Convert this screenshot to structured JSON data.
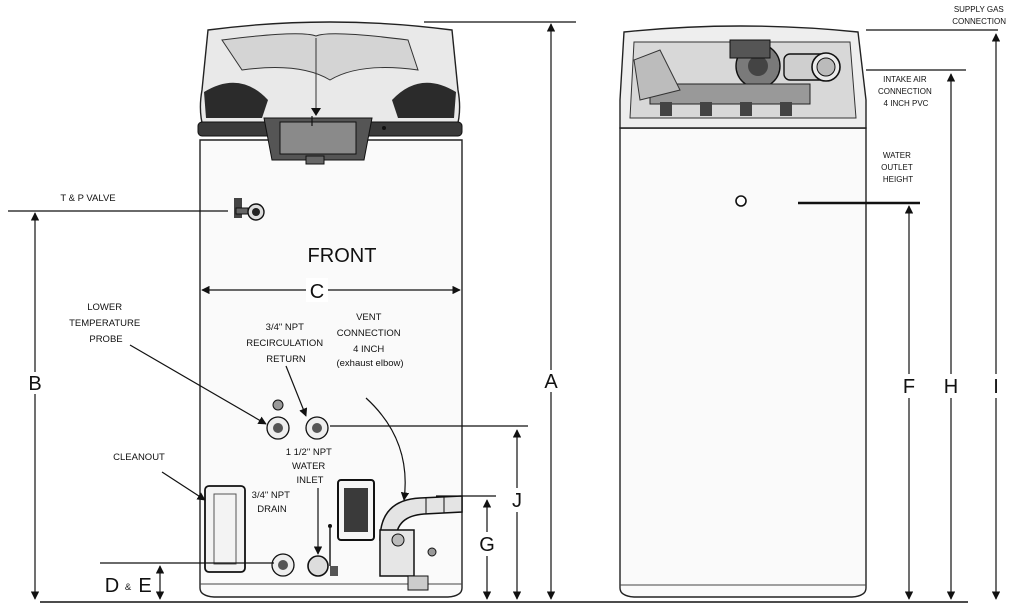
{
  "views": {
    "front_title": "FRONT"
  },
  "labels": {
    "tp_valve": "T & P VALVE",
    "lower_temp_probe": [
      "LOWER",
      "TEMPERATURE",
      "PROBE"
    ],
    "recirc_return": [
      "3/4\" NPT",
      "RECIRCULATION",
      "RETURN"
    ],
    "vent_connection": [
      "VENT",
      "CONNECTION",
      "4 INCH",
      "(exhaust elbow)"
    ],
    "water_inlet": [
      "1 1/2\" NPT",
      "WATER",
      "INLET"
    ],
    "cleanout": "CLEANOUT",
    "drain": [
      "3/4\" NPT",
      "DRAIN"
    ],
    "supply_gas": [
      "SUPPLY GAS",
      "CONNECTION"
    ],
    "intake_air": [
      "INTAKE AIR",
      "CONNECTION",
      "4 INCH PVC"
    ],
    "water_outlet": [
      "WATER",
      "OUTLET",
      "HEIGHT"
    ]
  },
  "dimensions": {
    "A": "A",
    "B": "B",
    "C": "C",
    "DE_D": "D",
    "DE_amp": "&",
    "DE_E": "E",
    "F": "F",
    "G": "G",
    "H": "H",
    "I": "I",
    "J": "J"
  }
}
